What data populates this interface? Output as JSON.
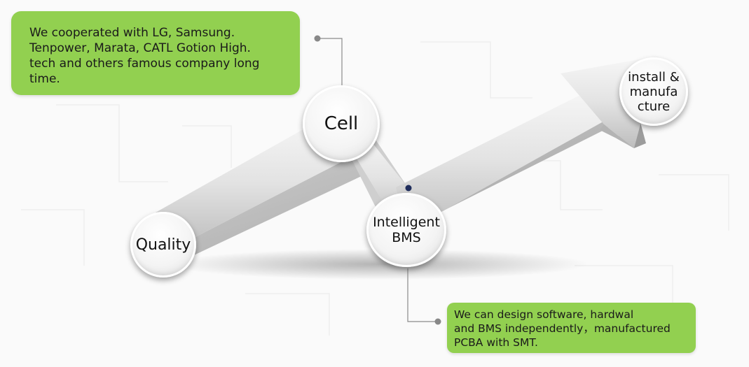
{
  "callouts": {
    "top_text": "We cooperated with LG, Samsung.\nTenpower, Marata, CATL Gotion High.\ntech and others famous company long\ntime.",
    "bottom_text": "We can design software, hardwal\nand BMS independently，manufactured\nPCBA with SMT."
  },
  "nodes": {
    "quality": "Quality",
    "cell": "Cell",
    "bms": "Intelligent\nBMS",
    "install": "install &\nmanufa\ncture"
  },
  "colors": {
    "callout_bg": "#92d050",
    "connector_dot": "#1f2d5c",
    "leader_line": "#888888"
  }
}
